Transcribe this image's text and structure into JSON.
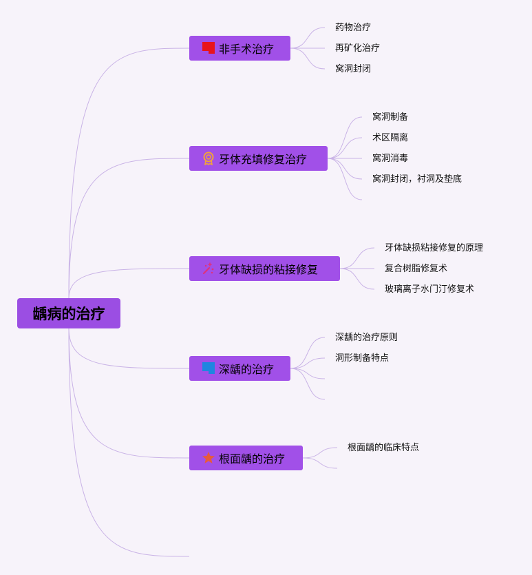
{
  "root": {
    "label": "龋病的治疗"
  },
  "branches": [
    {
      "label": "非手术治疗",
      "icon": "red-flag-icon",
      "leaves": [
        "药物治疗",
        "再矿化治疗",
        "窝洞封闭"
      ],
      "empty_leaves": 0
    },
    {
      "label": "牙体充填修复治疗",
      "icon": "award-badge-icon",
      "leaves": [
        "窝洞制备",
        "术区隔离",
        "窝洞消毒",
        "窝洞封闭，衬洞及垫底"
      ],
      "empty_leaves": 1
    },
    {
      "label": "牙体缺损的粘接修复",
      "icon": "sparkle-icon",
      "leaves": [
        "牙体缺损粘接修复的原理",
        "复合树脂修复术",
        "玻璃离子水门汀修复术"
      ],
      "empty_leaves": 0
    },
    {
      "label": "深龋的治疗",
      "icon": "blue-square-icon",
      "leaves": [
        "深龋的治疗原则",
        "洞形制备特点"
      ],
      "empty_leaves": 2
    },
    {
      "label": "根面龋的治疗",
      "icon": "star-icon",
      "leaves": [
        "根面龋的临床特点"
      ],
      "empty_leaves": 1
    }
  ],
  "colors": {
    "background": "#f7f3fa",
    "node_fill": "#a150e8",
    "connector": "#c9b3e6"
  }
}
